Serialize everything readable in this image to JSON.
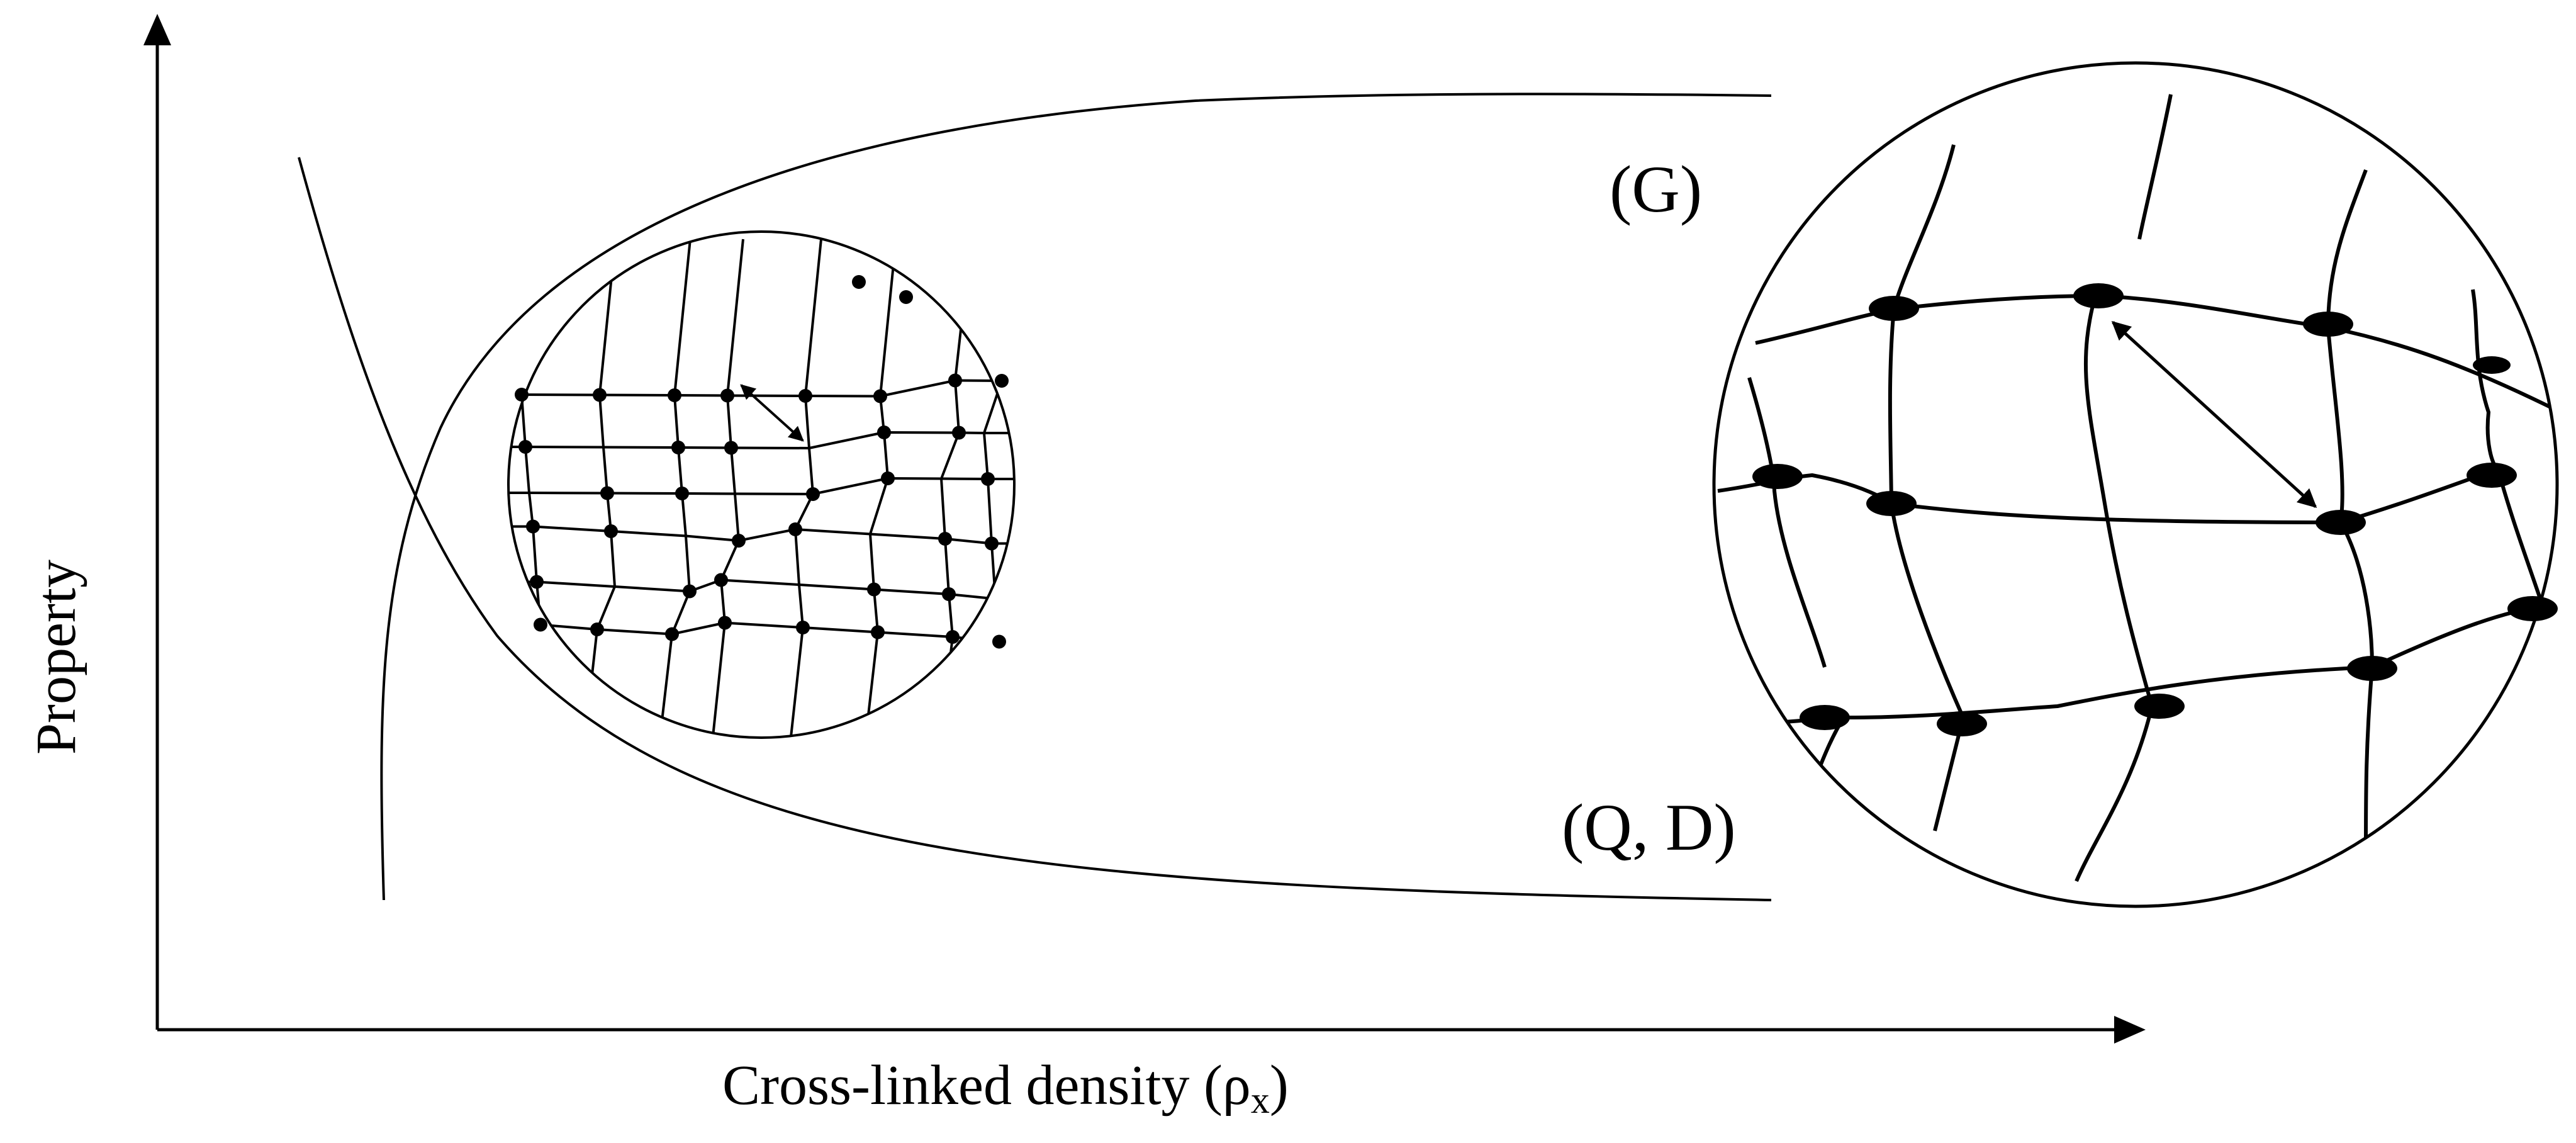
{
  "diagram": {
    "x_axis_label": "Cross-linked density (ρ",
    "x_axis_label_subscript": "x",
    "x_axis_label_suffix": ")",
    "y_axis_label": "Property",
    "curve_labels": {
      "upper": "(G)",
      "lower": "(Q, D)"
    },
    "colors": {
      "ink": "#000000",
      "background": "#ffffff"
    }
  }
}
